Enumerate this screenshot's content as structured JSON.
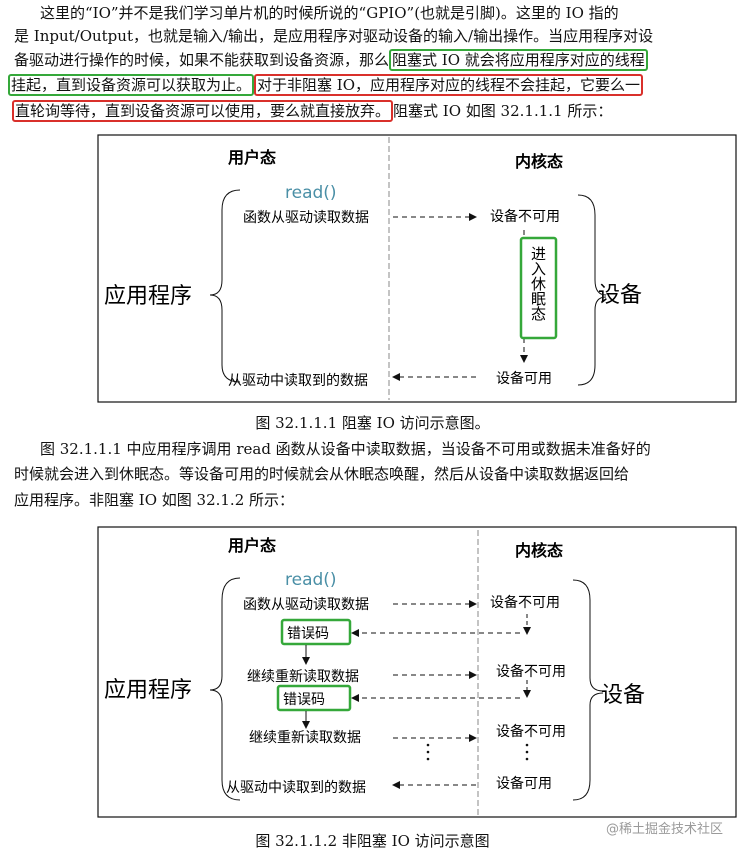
{
  "paragraph1": {
    "line1": "这里的“IO”并不是我们学习单片机的时候所说的“GPIO”(也就是引脚)。这里的 IO 指的",
    "line2": "是 Input/Output，也就是输入/输出，是应用程序对驱动设备的输入/输出操作。当应用程序对设",
    "line3_pre": "备驱动进行操作的时候，如果不能获取到设备资源，那么",
    "line3_green": "阻塞式 IO 就会将应用程序对应的线程",
    "line4_green": "挂起，直到设备资源可以获取为止。",
    "line4_red": "对于非阻塞 IO，应用程序对应的线程不会挂起，它要么一",
    "line5_red": "直轮询等待，直到设备资源可以使用，要么就直接放弃。",
    "line5_post": "阻塞式 IO 如图 32.1.1.1 所示："
  },
  "figure1": {
    "user_space": "用户态",
    "kernel_space": "内核态",
    "read": "read()",
    "read_data": "函数从驱动读取数据",
    "device_unavailable": "设备不可用",
    "sleep": "进入休眠态",
    "device_available": "设备可用",
    "got_data": "从驱动中读取到的数据",
    "app": "应用程序",
    "device": "设备",
    "caption": "图 32.1.1.1 阻塞 IO 访问示意图。"
  },
  "paragraph2": {
    "line1": "图 32.1.1.1 中应用程序调用 read 函数从设备中读取数据，当设备不可用或数据未准备好的",
    "line2": "时候就会进入到休眠态。等设备可用的时候就会从休眠态唤醒，然后从设备中读取数据返回给",
    "line3": "应用程序。非阻塞 IO 如图 32.1.2 所示："
  },
  "figure2": {
    "user_space": "用户态",
    "kernel_space": "内核态",
    "read": "read()",
    "read_data": "函数从驱动读取数据",
    "device_unavailable_1": "设备不可用",
    "error_code_1": "错误码",
    "retry_1": "继续重新读取数据",
    "device_unavailable_2": "设备不可用",
    "error_code_2": "错误码",
    "retry_2": "继续重新读取数据",
    "device_unavailable_3": "设备不可用",
    "device_available": "设备可用",
    "got_data": "从驱动中读取到的数据",
    "app": "应用程序",
    "device": "设备",
    "caption": "图 32.1.1.2 非阻塞 IO 访问示意图"
  },
  "watermark": "@稀土掘金技术社区",
  "colors": {
    "highlight_green": "#35a83a",
    "highlight_red": "#d9302b",
    "read_call": "#4a8fa6"
  }
}
